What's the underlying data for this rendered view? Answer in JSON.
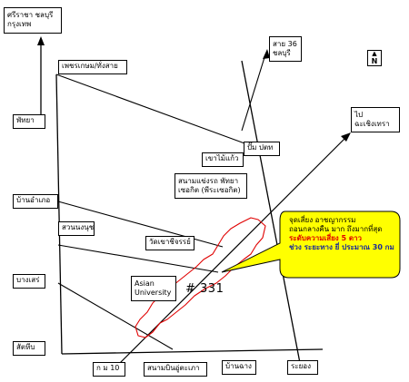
{
  "labels": {
    "sriracha": {
      "line1": "ศรีราชา ชลบุรี",
      "line2": "กรุงเทพ"
    },
    "phet_kras": "เพชรเกษม/ทั่งสาย",
    "pattaya": "พัทยา",
    "ban_amphoe": "บ้านอำเภอ",
    "suan_nongnuch": "สวนนงนุช",
    "bang_sare": "บางเสร่",
    "sattahip": "สัตหีบ",
    "route_36": {
      "line1": "สาย 36",
      "line2": "ชลบุรี"
    },
    "chachoengsao": {
      "line1": "ไป",
      "line2": "ฉะเชิงเทรา"
    },
    "pam_ptt": "ปั๊ม ปตท",
    "khao_mai_kaew": "เขาไม้แก้ว",
    "bira_circuit": {
      "line1": "สนามแข่งรถ พัทยา",
      "line2": "เซอกิต (พีระเซอกิต)"
    },
    "wat_khao_chi_on": "วัดเขาชีจรรย์",
    "asian_university": {
      "line1": "Asian",
      "line2": "University"
    },
    "km10": "ก ม 10",
    "sanam_bin": "สนามบินอู่ตะเภา",
    "ban_chang": "บ้านฉาง",
    "rayong": "ระยอง"
  },
  "route_number": "# 331",
  "north": "N",
  "callout": {
    "line1": "จุดเสี่ยง อาชญากรรม",
    "line2": "ถอนกลางคืน มาก ถึงมากที่สุด",
    "line3": "ระดับความเสี่ยง 5 ดาว",
    "line4": "ช่วง ระยะทาง ยี่ ประมาณ 30 กม"
  },
  "colors": {
    "road": "#000000",
    "risk_zone": "#e00000",
    "callout_fill": "#ffff00",
    "callout_red_text": "#e00000",
    "callout_blue_text": "#1a2a9a"
  }
}
